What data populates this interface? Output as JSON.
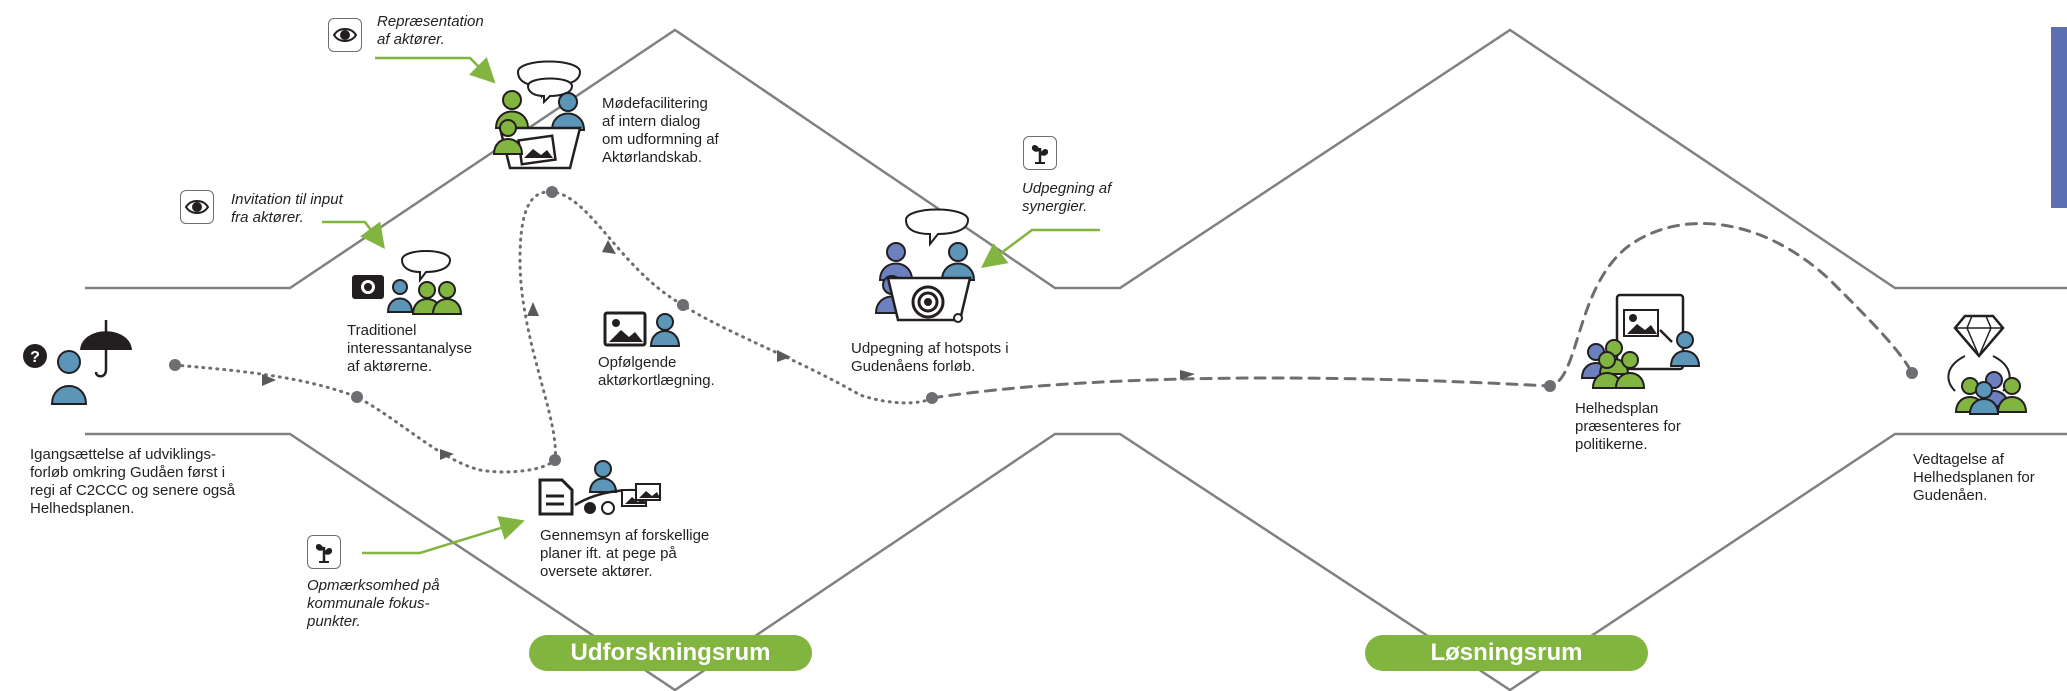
{
  "colors": {
    "green": "#82b440",
    "blue": "#5b95b7",
    "purple": "#6c7fbf",
    "dark": "#231f20",
    "gray": "#808184",
    "sidebar": "#5b6fb2"
  },
  "steps": {
    "start": "Igangsættelse af udviklings-\nforløb omkring Gudåen først i\nregi af C2CCC og senere også\nHelhedsplanen.",
    "traditional": "Traditionel\ninteressantanalyse\naf aktørerne.",
    "review": "Gennemsyn af forskellige\nplaner ift. at pege på\noversete aktører.",
    "meeting": "Mødefacilitering\naf intern dialog\nom udformning af\nAktørlandskab.",
    "followup": "Opfølgende\naktørkortlægning.",
    "hotspots": "Udpegning af hotspots i\nGudenåens forløb.",
    "plan": "Helhedsplan\npræsenteres for\npolitikerne.",
    "adoption": "Vedtagelse af\nHelhedsplanen for\nGudenåen."
  },
  "annotations": {
    "representation": "Repræsentation\naf aktører.",
    "invitation": "Invitation til input\nfra aktører.",
    "synergies": "Udpegning af\nsynergier.",
    "focus": "Opmærksomhed på\nkommunale fokus-\npunkter."
  },
  "spaces": {
    "exploration": "Udforskningsrum",
    "solution": "Løsningsrum"
  },
  "icons": [
    "eye-icon",
    "sprout-icon",
    "umbrella-icon",
    "question-icon",
    "camera-icon",
    "document-icon",
    "image-icon",
    "target-icon",
    "diamond-icon",
    "speech-bubble-icon",
    "person-icon"
  ]
}
